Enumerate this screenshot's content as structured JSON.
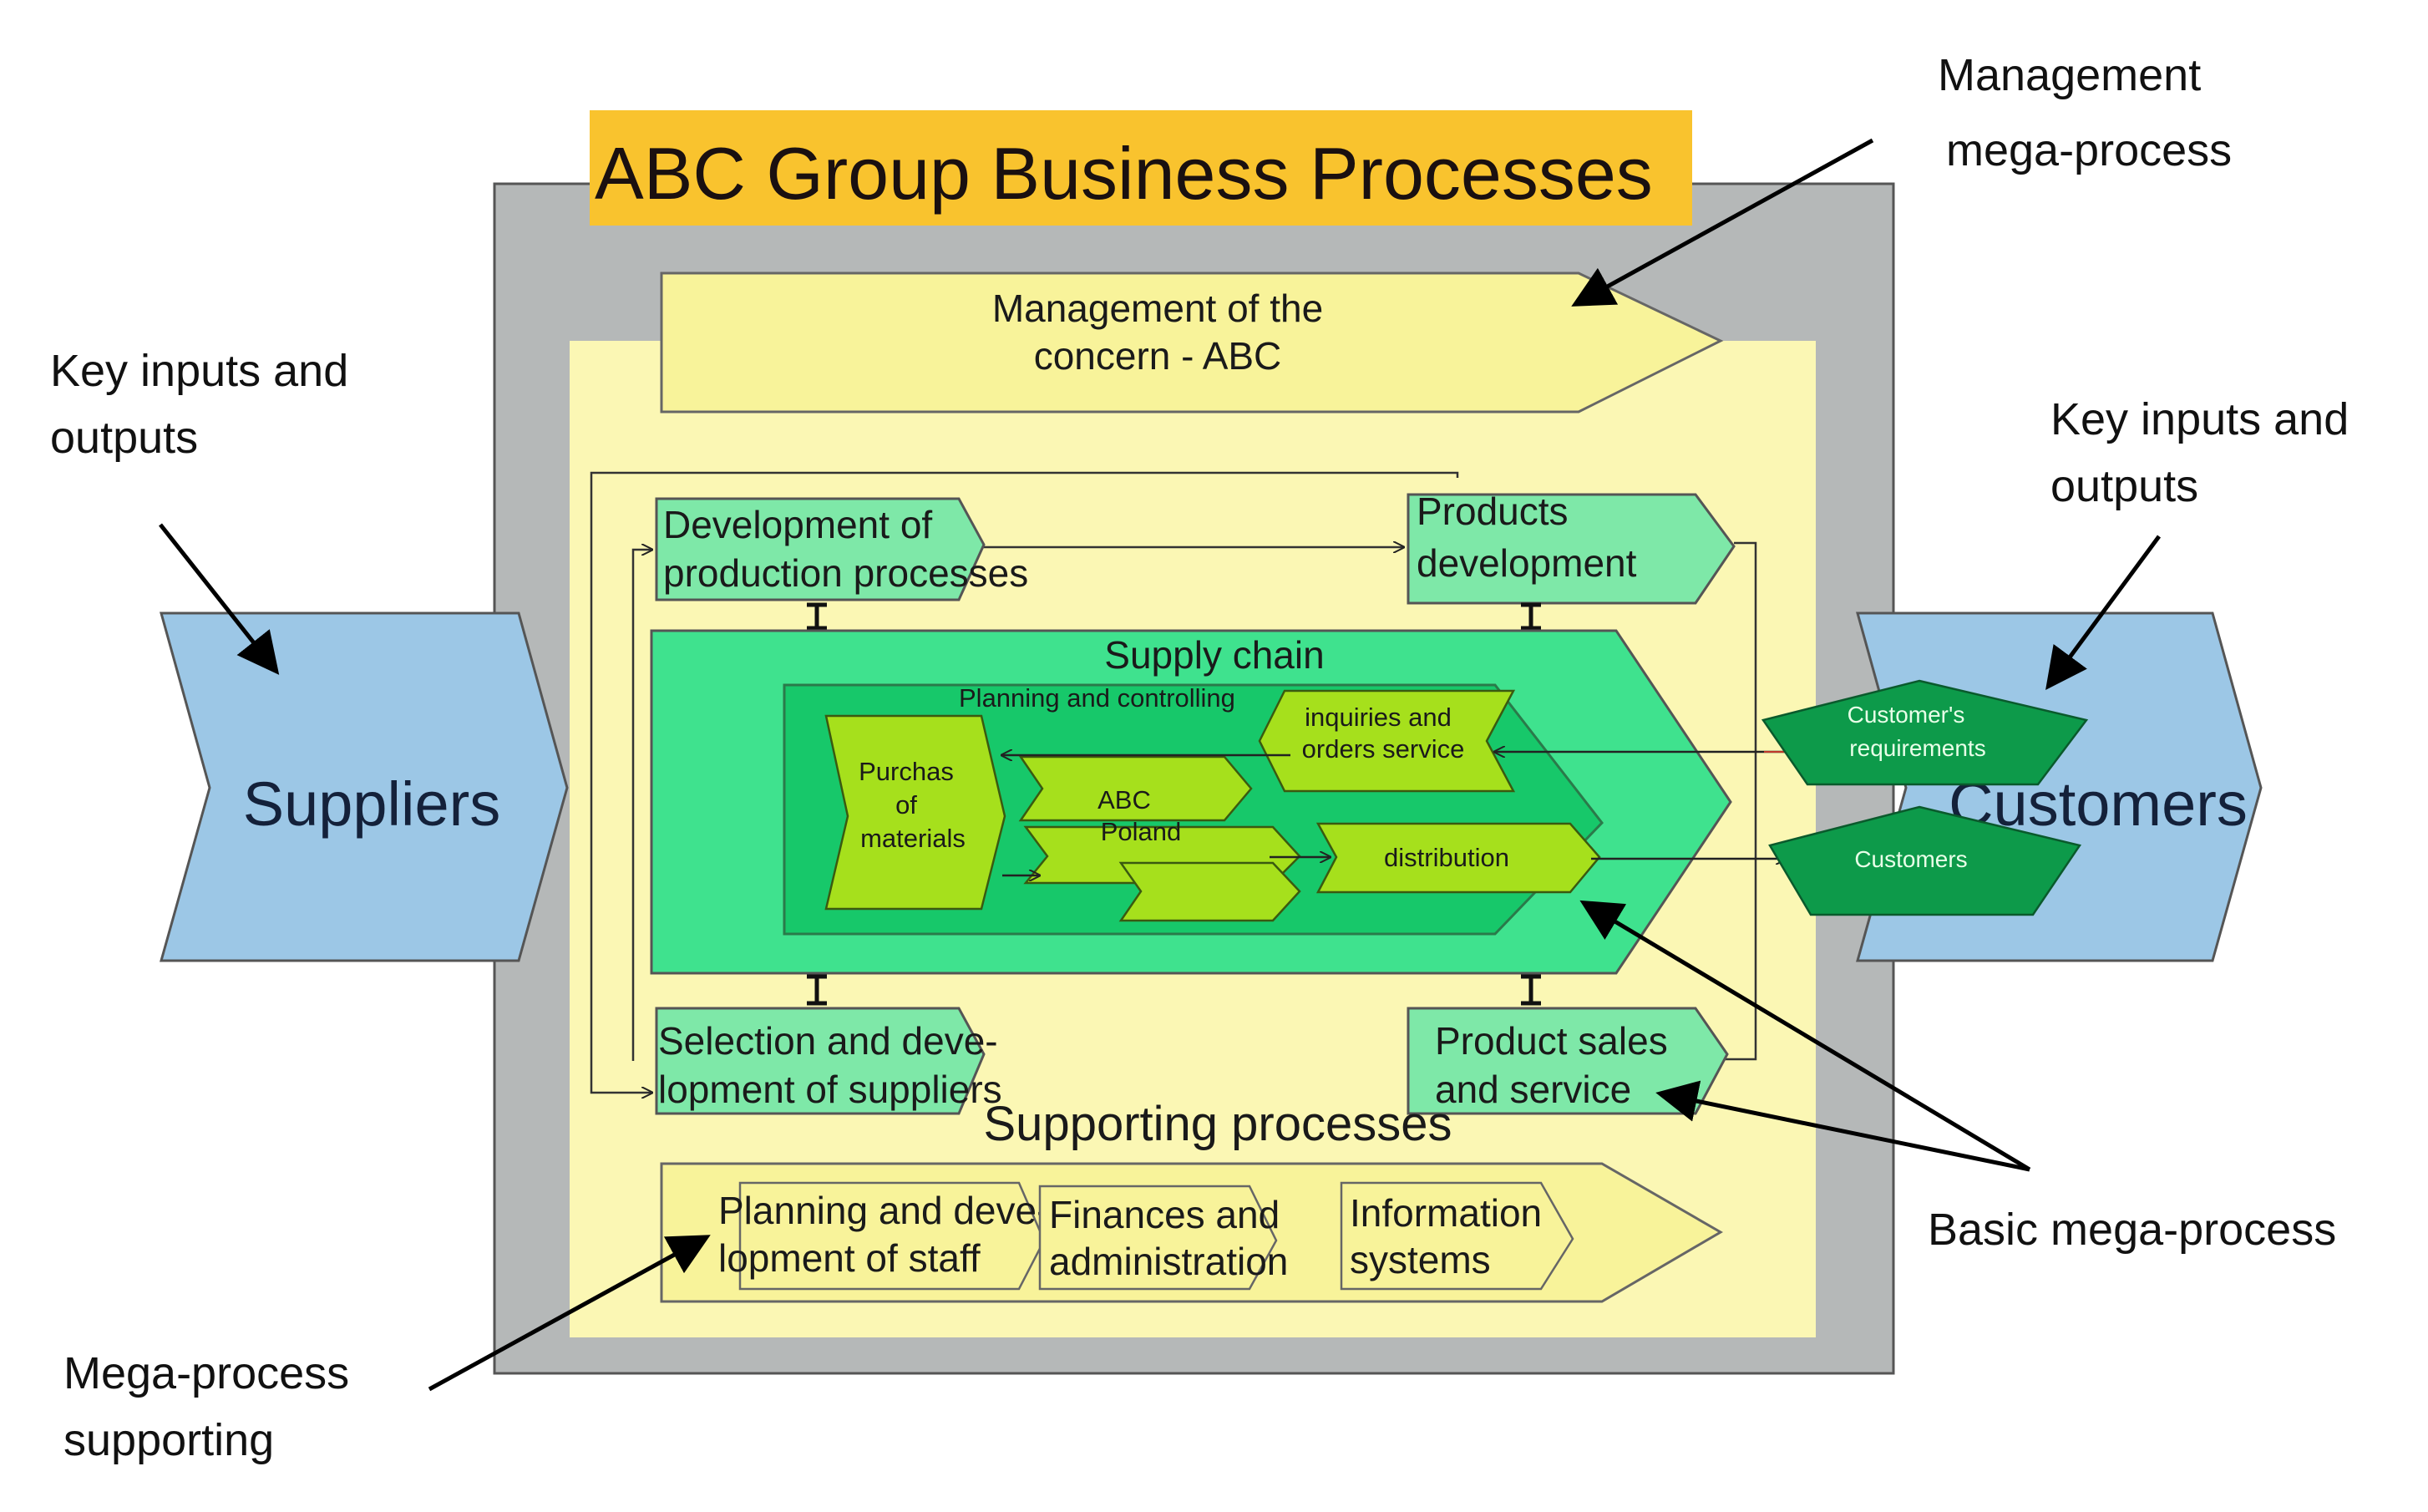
{
  "title": "ABC Group Business Processes",
  "callouts": {
    "management_line1": "Management",
    "management_line2": "mega-process",
    "key_left_line1": "Key inputs and",
    "key_left_line2": "outputs",
    "key_right_line1": "Key inputs and",
    "key_right_line2": "outputs",
    "basic": "Basic mega-process",
    "supporting_line1": "Mega-process",
    "supporting_line2": "supporting"
  },
  "suppliers": "Suppliers",
  "customers": "Customers",
  "management_box": {
    "line1": "Management of the",
    "line2": "concern   -   ABC"
  },
  "dev_production": {
    "line1": "Development of",
    "line2": "production processes"
  },
  "products_development": {
    "line1": "Products",
    "line2": "development"
  },
  "supply_chain": {
    "title": "Supply chain",
    "planning": "Planning and controlling",
    "inquiries_line1": "inquiries and",
    "inquiries_line2": "orders service",
    "purchase_line1": "Purchas",
    "purchase_line2": "of",
    "purchase_line3": "materials",
    "abc_line1": "ABC",
    "abc_line2": "Poland",
    "distribution": "distribution"
  },
  "customer_requirements": {
    "line1": "Customer's",
    "line2": "requirements"
  },
  "customers_node": "Customers",
  "selection_suppliers": {
    "line1": "Selection and deve-",
    "line2": "lopment of suppliers"
  },
  "product_sales": {
    "line1": "Product sales",
    "line2": "and service"
  },
  "supporting": {
    "title": "Supporting processes",
    "staff_line1": "Planning and deve-",
    "staff_line2": "lopment of staff",
    "finance_line1": "Finances and",
    "finance_line2": "administration",
    "info_line1": "Information",
    "info_line2": "systems"
  },
  "colors": {
    "frame": "#b5b8b8",
    "inner_yellow": "#fbf7b4",
    "yellow_arrow": "#f8f39a",
    "title_bg": "#f9c32e",
    "blue": "#9cc7e6",
    "light_green": "#7ee8a8",
    "supply_outer": "#3fe28e",
    "supply_inner": "#17c86a",
    "lime": "#a6e01c",
    "dark_green": "#0d9a4a"
  }
}
